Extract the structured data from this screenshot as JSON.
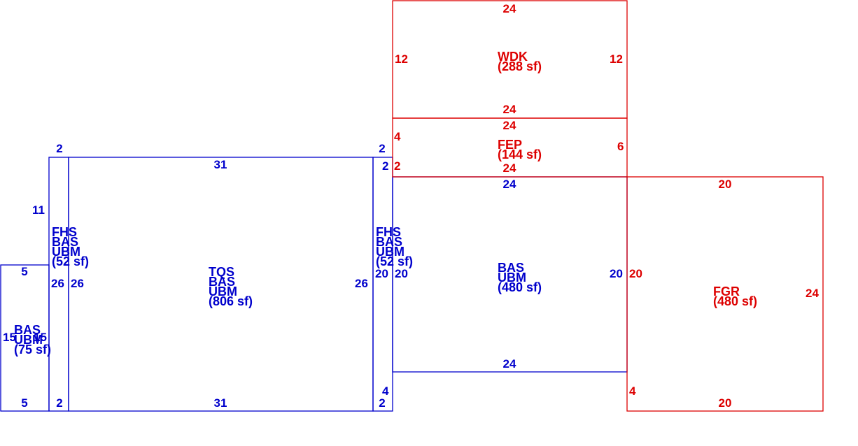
{
  "colors": {
    "living": "#0000cc",
    "other": "#dd0000"
  },
  "areas": [
    {
      "id": "bas-left",
      "color_key": "living",
      "labels": [
        "BAS",
        "UBM",
        "(75 sf)"
      ],
      "dims": {
        "top": "5",
        "bottom": "5",
        "left": "15",
        "right": "15"
      }
    },
    {
      "id": "fhs-left",
      "color_key": "living",
      "labels": [
        "FHS",
        "BAS",
        "UBM",
        "(52 sf)"
      ],
      "dims": {
        "top": "2",
        "bottom": "2",
        "left_upper": "11",
        "left": "26",
        "right": "26"
      }
    },
    {
      "id": "tqs-main",
      "color_key": "living",
      "labels": [
        "TQS",
        "BAS",
        "UBM",
        "(806 sf)"
      ],
      "dims": {
        "top": "31",
        "bottom": "31",
        "right": "26"
      }
    },
    {
      "id": "fhs-right",
      "color_key": "living",
      "labels": [
        "FHS",
        "BAS",
        "UBM",
        "(52 sf)"
      ],
      "dims": {
        "top": "2",
        "top_inner": "2",
        "bottom": "2",
        "bottom_inner": "4",
        "left": "20",
        "right": "20"
      }
    },
    {
      "id": "bas-right",
      "color_key": "living",
      "labels": [
        "BAS",
        "UBM",
        "(480 sf)"
      ],
      "dims": {
        "top": "24",
        "bottom": "24",
        "right": "20"
      }
    },
    {
      "id": "wdk",
      "color_key": "other",
      "labels": [
        "WDK",
        "(288 sf)"
      ],
      "dims": {
        "top": "24",
        "bottom": "24",
        "left": "12",
        "right": "12"
      }
    },
    {
      "id": "fep",
      "color_key": "other",
      "labels": [
        "FEP",
        "(144 sf)"
      ],
      "dims": {
        "top": "24",
        "bottom": "24",
        "left_upper": "4",
        "left_lower": "2",
        "right": "6"
      }
    },
    {
      "id": "fgr",
      "color_key": "other",
      "labels": [
        "FGR",
        "(480 sf)"
      ],
      "dims": {
        "top": "20",
        "bottom": "20",
        "left": "20",
        "left_lower": "4",
        "right": "24"
      }
    }
  ]
}
